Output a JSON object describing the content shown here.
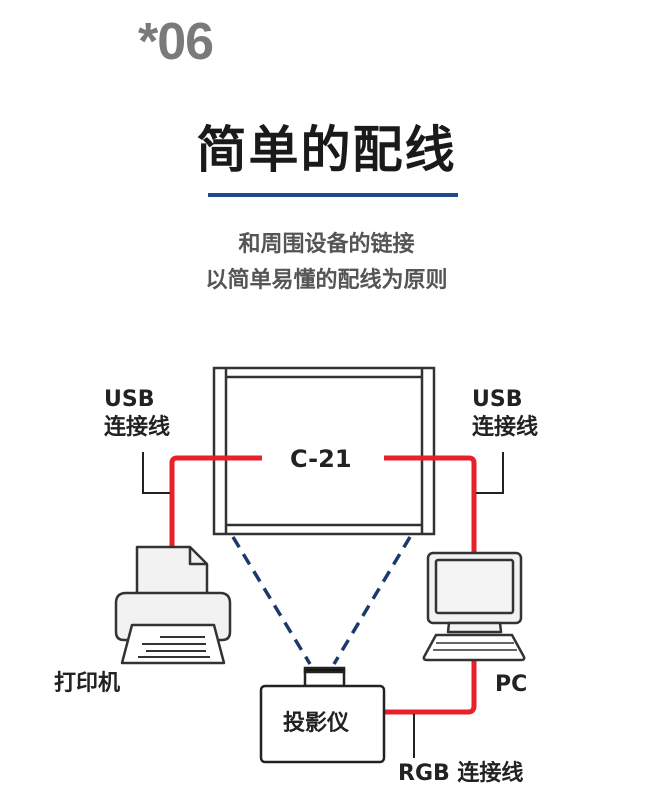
{
  "header": {
    "number": "*06",
    "title": "简单的配线",
    "subtitle_line1": "和周围设备的链接",
    "subtitle_line2": "以简单易懂的配线为原则"
  },
  "colors": {
    "cable": "#e8202a",
    "projection": "#1b3a6b",
    "accent_rule": "#1f4a8c",
    "outline": "#333333"
  },
  "diagram": {
    "board_label": "C-21",
    "left_cable": {
      "line1": "USB",
      "line2": "连接线"
    },
    "right_cable": {
      "line1": "USB",
      "line2": "连接线"
    },
    "printer_label": "打印机",
    "pc_label": "PC",
    "projector_label": "投影仪",
    "rgb_cable_label": "RGB 连接线"
  }
}
